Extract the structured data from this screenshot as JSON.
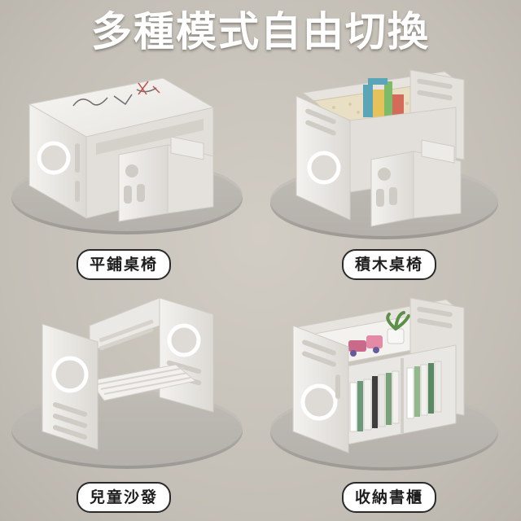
{
  "headline": "多種模式自由切換",
  "modes": [
    {
      "label": "平鋪桌椅"
    },
    {
      "label": "積木桌椅"
    },
    {
      "label": "兒童沙發"
    },
    {
      "label": "收納書櫃"
    }
  ],
  "colors": {
    "background": "#c9c4bb",
    "furniture": "#eceae6",
    "furniture_shadow": "#cfcbc5",
    "platform": "#a9a6a1",
    "label_bg": "#ffffff",
    "label_border": "#2a2a2a"
  }
}
